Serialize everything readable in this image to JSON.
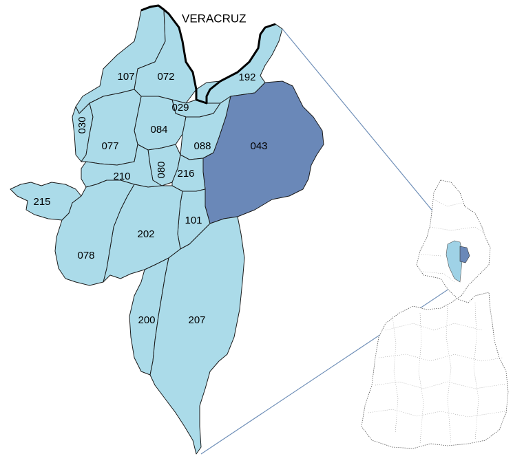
{
  "map": {
    "neighbor_state_label": "VERACRUZ",
    "municipalities": [
      {
        "code": "107",
        "highlighted": false
      },
      {
        "code": "072",
        "highlighted": false
      },
      {
        "code": "192",
        "highlighted": false
      },
      {
        "code": "029",
        "highlighted": false
      },
      {
        "code": "030",
        "highlighted": false
      },
      {
        "code": "084",
        "highlighted": false
      },
      {
        "code": "077",
        "highlighted": false
      },
      {
        "code": "088",
        "highlighted": false
      },
      {
        "code": "043",
        "highlighted": true
      },
      {
        "code": "080",
        "highlighted": false
      },
      {
        "code": "216",
        "highlighted": false
      },
      {
        "code": "210",
        "highlighted": false
      },
      {
        "code": "215",
        "highlighted": false
      },
      {
        "code": "101",
        "highlighted": false
      },
      {
        "code": "202",
        "highlighted": false
      },
      {
        "code": "078",
        "highlighted": false
      },
      {
        "code": "200",
        "highlighted": false
      },
      {
        "code": "207",
        "highlighted": false
      }
    ],
    "colors": {
      "region_fill": "#abdbe9",
      "highlight_fill": "#6a88b8",
      "border": "#1a1a1a",
      "state_outline": "#000000",
      "connector_line": "#6f8fb8",
      "inset_region": "#9fd2e6",
      "inset_highlight": "#6a88b8"
    }
  }
}
